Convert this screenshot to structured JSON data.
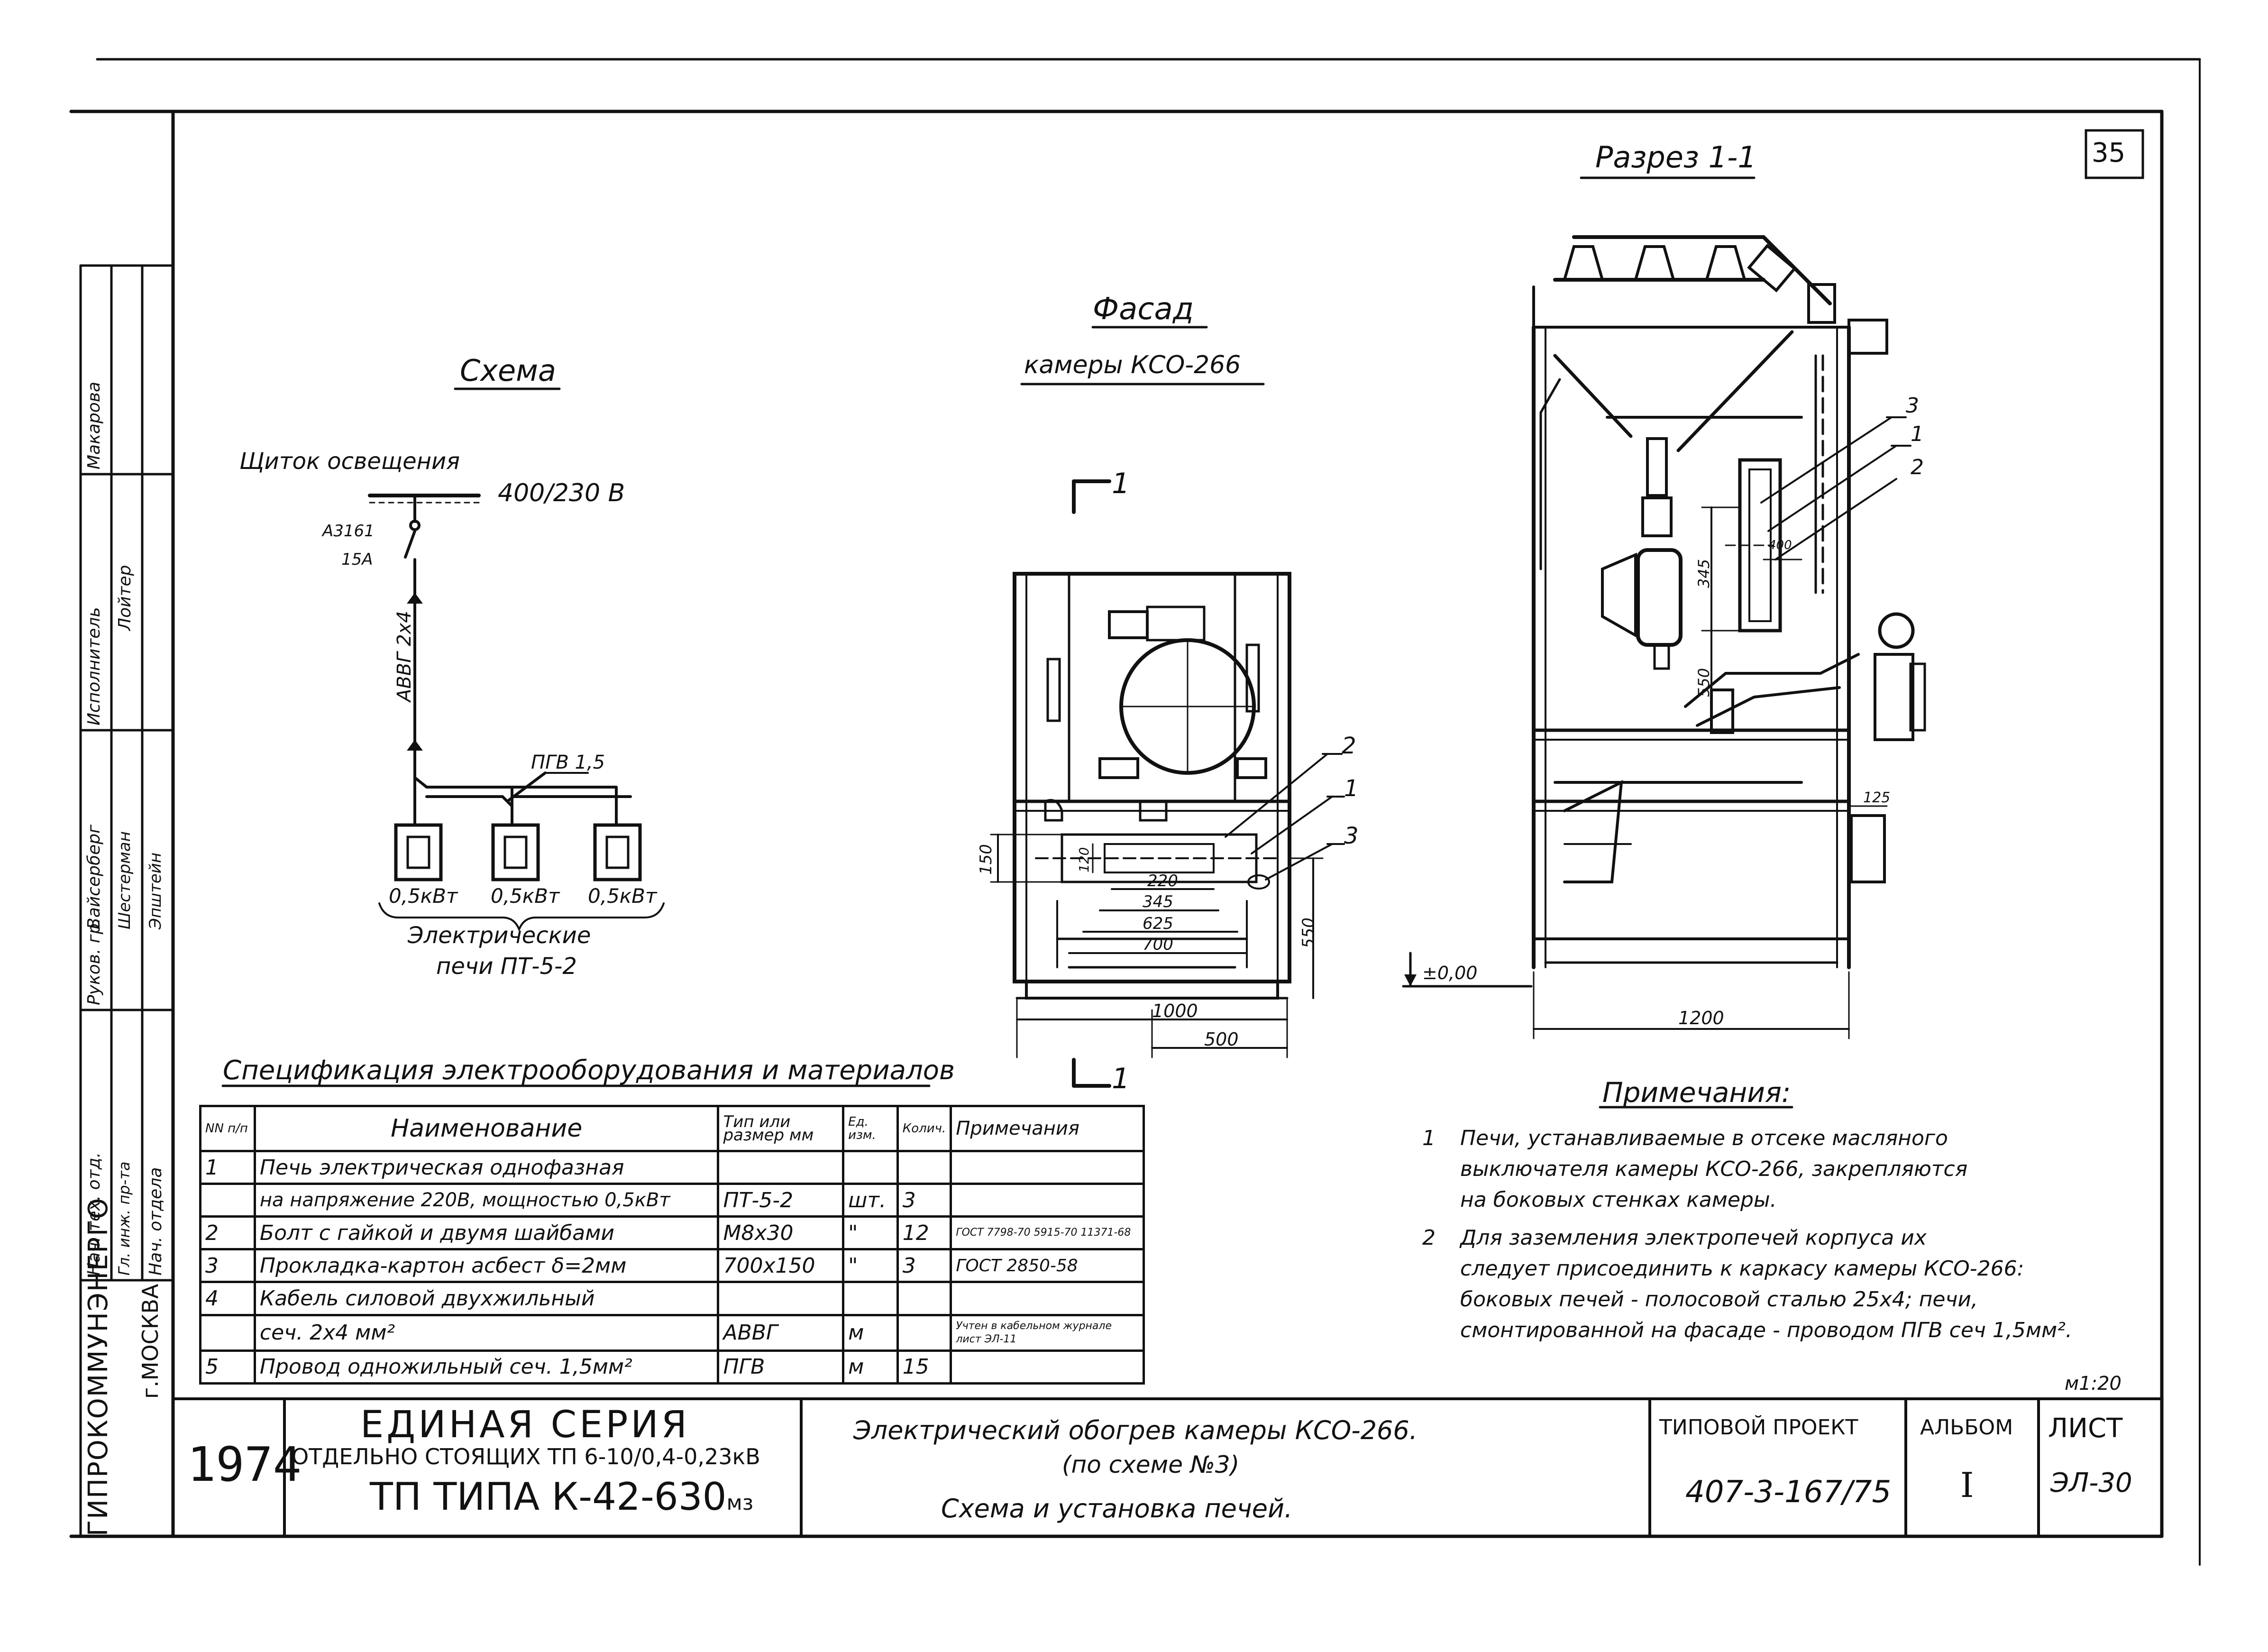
{
  "sheet_number": "35",
  "scale": "м1:20",
  "schema": {
    "title": "Схема",
    "panel_label": "Щиток освещения",
    "voltage": "400/230 В",
    "breaker_type": "А3161",
    "breaker_current": "15А",
    "cable_main": "АВВГ 2х4",
    "cable_branch": "ПГВ 1,5",
    "heater_powers": [
      "0,5кВт",
      "0,5кВт",
      "0,5кВт"
    ],
    "heaters_caption_1": "Электрические",
    "heaters_caption_2": "печи ПТ-5-2"
  },
  "facade": {
    "title_1": "Фасад",
    "title_2": "камеры КСО-266",
    "section_mark": "1",
    "callouts": [
      "2",
      "1",
      "3"
    ],
    "dims": [
      "150",
      "120",
      "220",
      "345",
      "625",
      "700",
      "550",
      "1000",
      "500"
    ]
  },
  "section": {
    "title": "Разрез 1-1",
    "callouts": [
      "3",
      "1",
      "2"
    ],
    "dims": [
      "345",
      "550",
      "400",
      "125",
      "1200"
    ],
    "level": "±0,00"
  },
  "notes": {
    "title": "Примечания:",
    "items": [
      {
        "num": "1",
        "lines": [
          "Печи, устанавливаемые в отсеке масляного",
          "выключателя камеры КСО-266, закрепляются",
          "на боковых стенках камеры."
        ]
      },
      {
        "num": "2",
        "lines": [
          "Для заземления электропечей корпуса их",
          "следует присоединить к каркасу камеры КСО-266:",
          "боковых печей - полосовой сталью 25х4; печи,",
          "смонтированной на фасаде - проводом ПГВ сеч 1,5мм²."
        ]
      }
    ]
  },
  "spec": {
    "title": "Спецификация электрооборудования и материалов",
    "headers": [
      "NN п/п",
      "Наименование",
      "Тип или размер мм",
      "Ед. изм.",
      "Колич.",
      "Примечания"
    ],
    "rows": [
      [
        "1",
        "Печь электрическая однофазная",
        "",
        "",
        "",
        ""
      ],
      [
        "",
        "на напряжение 220В, мощностью 0,5кВт",
        "ПТ-5-2",
        "шт.",
        "3",
        ""
      ],
      [
        "2",
        "Болт с гайкой и двумя шайбами",
        "М8х30",
        "\"",
        "12",
        "ГОСТ 7798-70 5915-70 11371-68"
      ],
      [
        "3",
        "Прокладка-картон асбест δ=2мм",
        "700х150",
        "\"",
        "3",
        "ГОСТ 2850-58"
      ],
      [
        "4",
        "Кабель силовой двухжильный",
        "",
        "",
        "",
        ""
      ],
      [
        "",
        "сеч. 2х4 мм²",
        "АВВГ",
        "м",
        "",
        "Учтен в кабельном журнале лист ЭЛ-11"
      ],
      [
        "5",
        "Провод одножильный сеч. 1,5мм²",
        "ПГВ",
        "м",
        "15",
        ""
      ]
    ]
  },
  "stamp": {
    "year": "1974",
    "series_1": "ЕДИНАЯ СЕРИЯ",
    "series_2": "ОТДЕЛЬНО СТОЯЩИХ ТП 6-10/0,4-0,23кВ",
    "series_3": "ТП ТИПА К-42-630",
    "series_3_suffix": "мз",
    "title_1": "Электрический обогрев камеры КСО-266.",
    "title_2": "(по схеме №3)",
    "title_3": "Схема и установка печей.",
    "project_label": "ТИПОВОЙ ПРОЕКТ",
    "project_number": "407-3-167/75",
    "album_label": "АЛЬБОМ",
    "album_number": "I",
    "sheet_label": "ЛИСТ",
    "sheet_code": "ЭЛ-30"
  },
  "side_stamp": {
    "org": "ГИПРОКОММУНЭНЕРГО",
    "city": "г.МОСКВА",
    "roles": [
      "Нач. тех. отд.",
      "Гл. инж. пр-та",
      "Нач. отдела",
      "Руков. гр.",
      "Исполнитель"
    ],
    "names": [
      "Вайсерберг",
      "Шестерман",
      "Эпштейн",
      "Лойтер",
      "Макарова"
    ]
  }
}
